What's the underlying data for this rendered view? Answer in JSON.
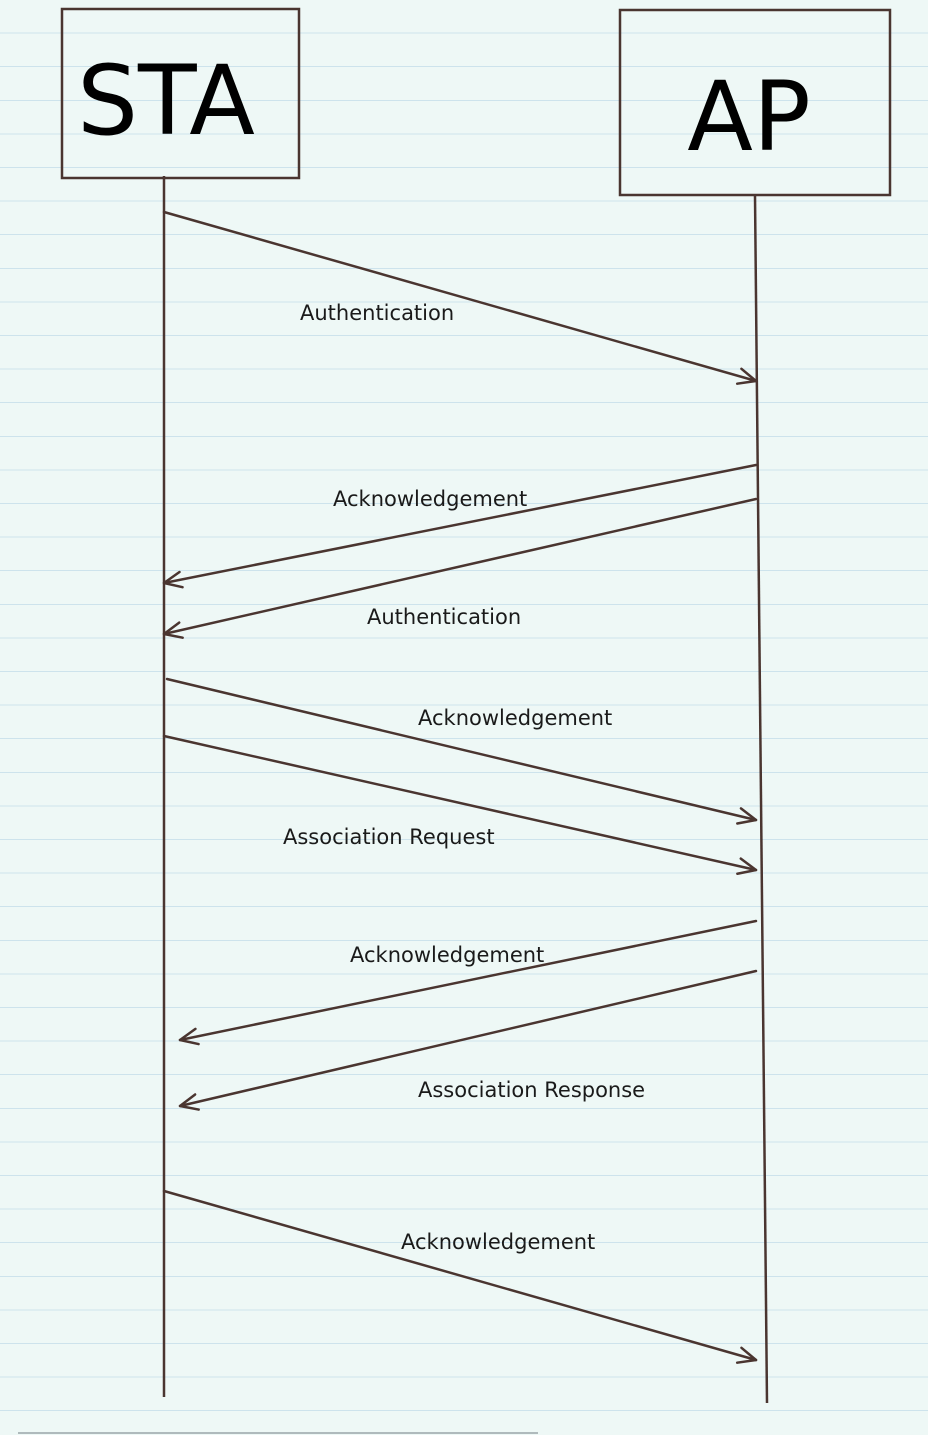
{
  "entities": {
    "sta": {
      "label": "STA"
    },
    "ap": {
      "label": "AP"
    }
  },
  "messages": [
    {
      "label": "Authentication",
      "from": "STA",
      "to": "AP"
    },
    {
      "label": "Acknowledgement",
      "from": "AP",
      "to": "STA"
    },
    {
      "label": "Authentication",
      "from": "AP",
      "to": "STA"
    },
    {
      "label": "Acknowledgement",
      "from": "STA",
      "to": "AP"
    },
    {
      "label": "Association Request",
      "from": "STA",
      "to": "AP"
    },
    {
      "label": "Acknowledgement",
      "from": "AP",
      "to": "STA"
    },
    {
      "label": "Association Response",
      "from": "AP",
      "to": "STA"
    },
    {
      "label": "Acknowledgement",
      "from": "STA",
      "to": "AP"
    }
  ]
}
